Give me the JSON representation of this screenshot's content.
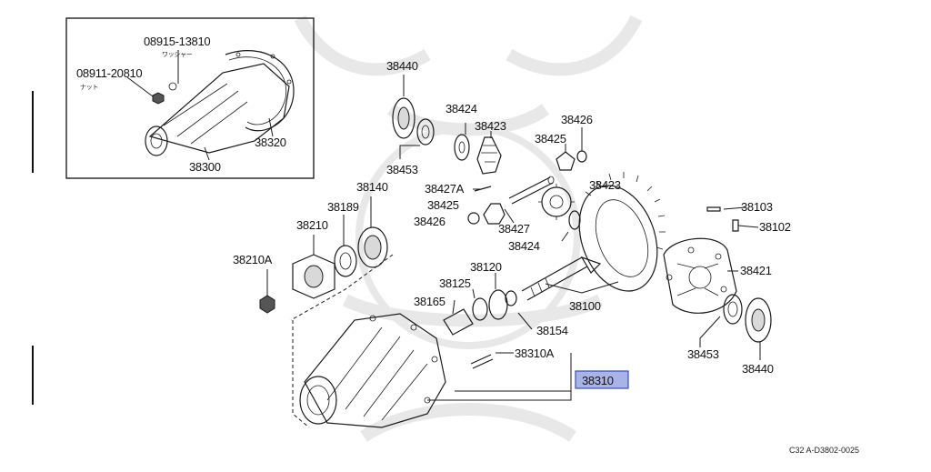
{
  "diagram": {
    "reference_code": "C32 A-D3802-0025",
    "highlight_color": "#a9b3e6",
    "inset": {
      "labels": {
        "washer_part": "08915-13810",
        "washer_note": "ワッシャー",
        "nut_part": "08911-20810",
        "nut_note": "ナット",
        "gasket": "38320",
        "carrier_assy": "38300"
      }
    },
    "parts": {
      "p38440_top": "38440",
      "p38453_top": "38453",
      "p38424_top": "38424",
      "p38423_top": "38423",
      "p38426_top": "38426",
      "p38425_top": "38425",
      "p38427A": "38427A",
      "p38425_mid": "38425",
      "p38426_mid": "38426",
      "p38427": "38427",
      "p38423_mid": "38423",
      "p38424_mid": "38424",
      "p38140": "38140",
      "p38189": "38189",
      "p38210": "38210",
      "p38210A": "38210A",
      "p38103": "38103",
      "p38102": "38102",
      "p38421": "38421",
      "p38120": "38120",
      "p38125": "38125",
      "p38165": "38165",
      "p38154": "38154",
      "p38100": "38100",
      "p38453_bot": "38453",
      "p38440_bot": "38440",
      "p38310A": "38310A",
      "p38310": "38310"
    }
  }
}
